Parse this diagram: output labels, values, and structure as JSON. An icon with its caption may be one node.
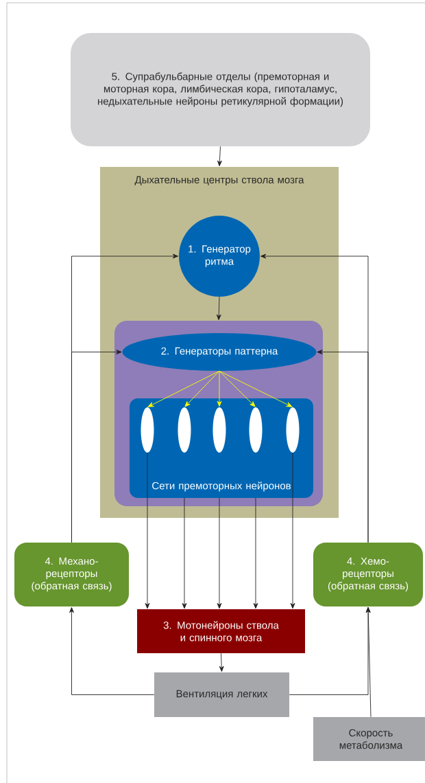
{
  "diagram": {
    "nodes": [
      {
        "text": [
          "5. Супрабульбарные отделы (премоторная и моторная кора, лимбическая кора, гипоталамус, недыхательные нейроны ретикулярной формации)"
        ]
      },
      {
        "text": [
          "Дыхательные центры ствола мозга"
        ]
      },
      {
        "text": [
          "1. Генератор ритма"
        ],
        "in": 1
      },
      {
        "text": [],
        "shape": "box",
        "in": 1
      },
      {
        "text": [
          "2. Генераторы паттерна"
        ],
        "in": 3
      },
      {
        "text": [
          "Сети премоторных нейронов"
        ],
        "in": 3
      },
      {
        "text": [],
        "shape": "ellipse",
        "in": 5
      },
      {
        "text": [],
        "shape": "ellipse",
        "in": 5
      },
      {
        "text": [],
        "shape": "ellipse",
        "in": 5
      },
      {
        "text": [],
        "shape": "ellipse",
        "in": 5
      },
      {
        "text": [],
        "shape": "ellipse",
        "in": 5
      },
      {
        "text": [
          "4. Механо- рецепторы (обратная связь)"
        ]
      },
      {
        "text": [
          "4. Хемо- рецепторы (обратная связь)"
        ]
      },
      {
        "text": [
          "3. Мотонейроны ствола и спинного мозга"
        ]
      },
      {
        "text": [
          "Вентиляция легких"
        ]
      },
      {
        "text": [
          "Скорость метаболизма"
        ]
      }
    ],
    "edges": [
      {
        "from": 0,
        "to": 1,
        "arrow": "to"
      },
      {
        "from": 2,
        "to": 3,
        "arrow": "to"
      },
      {
        "from": 4,
        "to": 6,
        "arrow": "to",
        "color": "#ffff00"
      },
      {
        "from": 4,
        "to": 7,
        "arrow": "to",
        "color": "#ffff00"
      },
      {
        "from": 4,
        "to": 8,
        "arrow": "to",
        "color": "#ffff00"
      },
      {
        "from": 4,
        "to": 9,
        "arrow": "to",
        "color": "#ffff00"
      },
      {
        "from": 4,
        "to": 10,
        "arrow": "to",
        "color": "#ffff00"
      },
      {
        "from": 6,
        "to": 13,
        "arrow": "to"
      },
      {
        "from": 5,
        "to": 13,
        "arrow": "to"
      },
      {
        "from": 5,
        "to": 13,
        "arrow": "to"
      },
      {
        "from": 5,
        "to": 13,
        "arrow": "to"
      },
      {
        "from": 10,
        "to": 13,
        "arrow": "to"
      },
      {
        "from": 13,
        "to": 14,
        "arrow": "to"
      },
      {
        "from": 14,
        "to": 11,
        "arrow": "to"
      },
      {
        "from": 14,
        "to": 12,
        "arrow": "to"
      },
      {
        "from": 15,
        "to": 12,
        "arrow": "to"
      },
      {
        "from": 11,
        "to": 2,
        "arrow": "to"
      },
      {
        "from": 11,
        "to": 4,
        "arrow": "to"
      },
      {
        "from": 12,
        "to": 2,
        "arrow": "to"
      },
      {
        "from": 12,
        "to": 4,
        "arrow": "to"
      }
    ]
  }
}
